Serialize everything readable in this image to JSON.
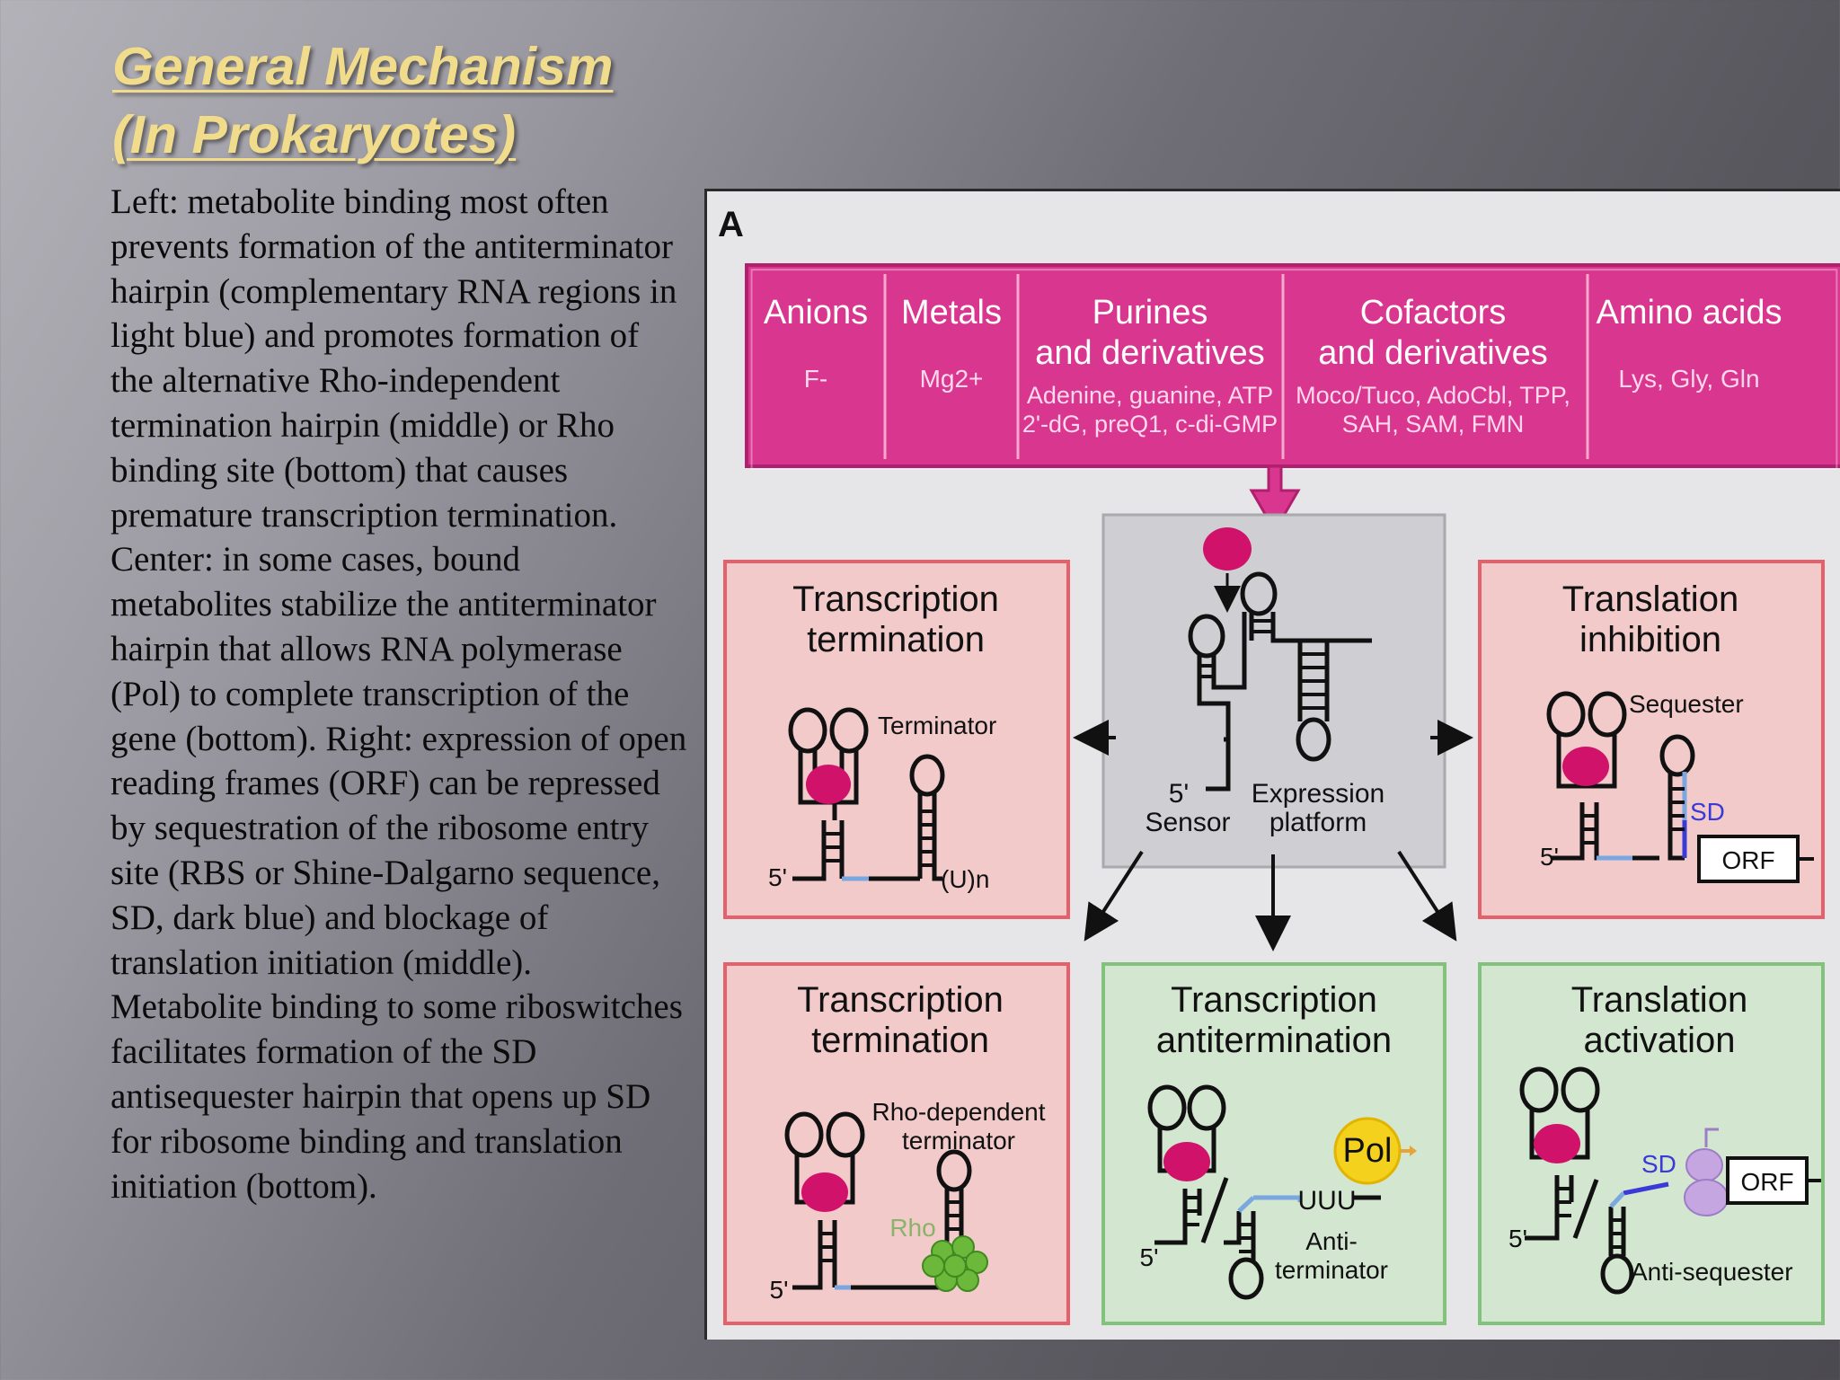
{
  "slide": {
    "title_line1": "General Mechanism",
    "title_line2": "(In Prokaryotes)",
    "body": "Left: metabolite binding most often prevents formation of the antiterminator hairpin (complementary RNA regions in light blue) and promotes formation of the alternative Rho-independent termination hairpin (middle) or Rho binding site (bottom) that causes premature transcription termination. Center: in some cases, bound metabolites stabilize the antiterminator hairpin that allows RNA polymerase (Pol) to complete transcription of the gene (bottom). Right: expression of open reading frames (ORF) can be repressed by sequestration of the ribosome entry site (RBS or Shine-Dalgarno sequence, SD, dark blue) and blockage of translation initiation (middle). Metabolite binding to some riboswitches facilitates formation of the SD antisequester hairpin that opens up SD for ribosome binding and translation initiation (bottom)."
  },
  "figure": {
    "panel_label": "A",
    "ligand_classes": [
      {
        "heading": "Anions",
        "examples": "F-"
      },
      {
        "heading": "Metals",
        "examples": "Mg2+"
      },
      {
        "heading1": "Purines",
        "heading2": "and derivatives",
        "ex1": "Adenine, guanine, ATP",
        "ex2": "2'-dG, preQ1, c-di-GMP"
      },
      {
        "heading1": "Cofactors",
        "heading2": "and derivatives",
        "ex1": "Moco/Tuco, AdoCbl, TPP,",
        "ex2": "SAH, SAM, FMN"
      },
      {
        "heading": "Amino acids",
        "examples": "Lys, Gly, Gln"
      }
    ],
    "center": {
      "sensor": "Sensor",
      "expression1": "Expression",
      "expression2": "platform",
      "five_prime": "5'"
    },
    "boxes": {
      "top_left": {
        "title1": "Transcription",
        "title2": "termination",
        "label": "Terminator",
        "tail": "(U)n",
        "five": "5'"
      },
      "top_right": {
        "title1": "Translation",
        "title2": "inhibition",
        "label": "Sequester",
        "sd": "SD",
        "orf": "ORF",
        "five": "5'"
      },
      "bottom_left": {
        "title1": "Transcription",
        "title2": "termination",
        "label1": "Rho-dependent",
        "label2": "terminator",
        "rho": "Rho",
        "five": "5'"
      },
      "bottom_center": {
        "title1": "Transcription",
        "title2": "antitermination",
        "pol": "Pol",
        "uuu": "UUU",
        "anti1": "Anti-",
        "anti2": "terminator",
        "five": "5'"
      },
      "bottom_right": {
        "title1": "Translation",
        "title2": "activation",
        "sd": "SD",
        "orf": "ORF",
        "anti": "Anti-sequester",
        "five": "5'"
      }
    },
    "colors": {
      "magenta": "#d9368f",
      "ligand": "#d0126a",
      "red_box_fill": "#f2caca",
      "red_box_stroke": "#e4606a",
      "green_box_fill": "#d3e6cf",
      "green_box_stroke": "#82c27c",
      "gray_box": "#cfcfd3",
      "rna_blue": "#7aa7e0",
      "sd_blue": "#3a3ad6",
      "rho_green": "#6bb83a",
      "pol_yellow": "#f4d11c",
      "ribosome_purple": "#c5a6e0"
    }
  }
}
